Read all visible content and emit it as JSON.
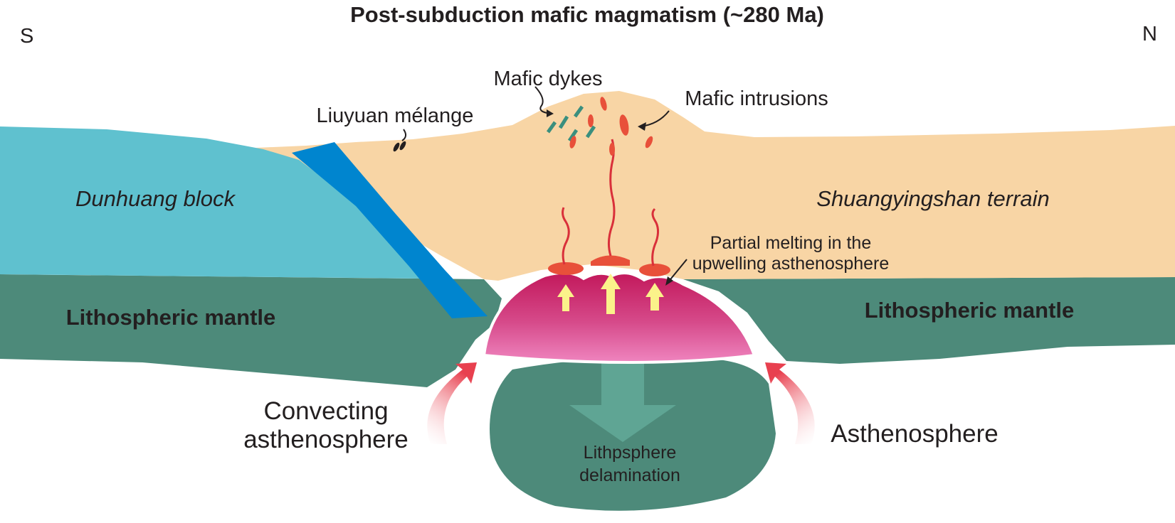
{
  "title": "Post-subduction mafic magmatism (~280 Ma)",
  "direction": {
    "left": "S",
    "right": "N"
  },
  "labels": {
    "mafic_dykes": "Mafic dykes",
    "liuyuan_melange": "Liuyuan mélange",
    "mafic_intrusions": "Mafic intrusions",
    "dunhuang_block": "Dunhuang block",
    "shuangyingshan_terrain": "Shuangyingshan terrain",
    "partial_melting_line1": "Partial melting in the",
    "partial_melting_line2": "upwelling asthenosphere",
    "lithospheric_mantle_left": "Lithospheric mantle",
    "lithospheric_mantle_right": "Lithospheric mantle",
    "convecting_line1": "Convecting",
    "convecting_line2": "asthenosphere",
    "asthenosphere": "Asthenosphere",
    "delamination_line1": "Lithpsphere",
    "delamination_line2": "delamination"
  },
  "colors": {
    "dunhuang_block": "#5fc1cf",
    "crust_terrain": "#f8d5a5",
    "lithospheric_mantle": "#4d8a7a",
    "subducted_slab": "#0085cf",
    "upwelling_asthenosphere": "#d4387a",
    "melt": "#e8503a",
    "melt_arrows": "#fbf28a",
    "convection_arrows": "#e8404f",
    "dykes": "#3a8f7e"
  }
}
